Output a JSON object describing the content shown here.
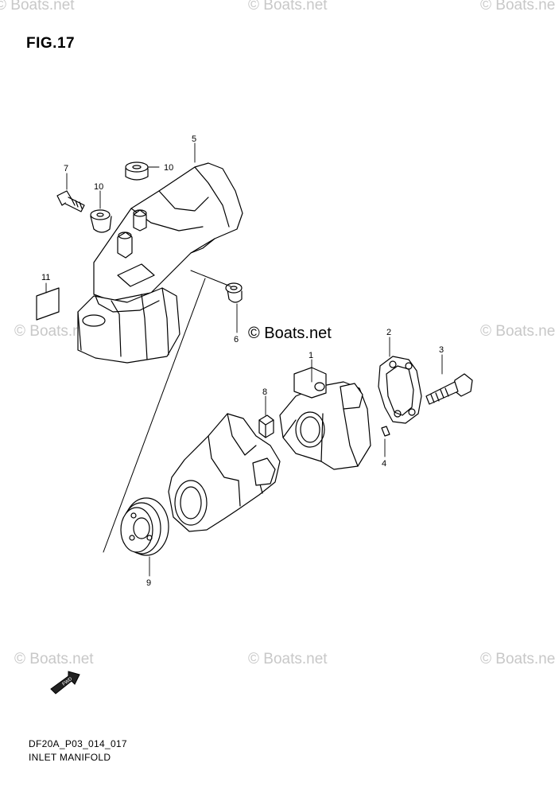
{
  "figure": {
    "title": "FIG.17"
  },
  "center_mark": "© Boats.net",
  "watermarks": [
    "© Boats.net",
    "© Boats.net",
    "© Boats.net",
    "© Boats.net",
    "© Boats.net",
    "© Boats.net",
    "© Boats.net",
    "© Boats.net",
    "© Boats.net"
  ],
  "callouts": [
    "1",
    "2",
    "3",
    "4",
    "5",
    "6",
    "7",
    "8",
    "9",
    "10",
    "10",
    "11"
  ],
  "fwd_label": "FWD",
  "footer": {
    "code": "DF20A_P03_014_017",
    "title": "INLET MANIFOLD"
  }
}
